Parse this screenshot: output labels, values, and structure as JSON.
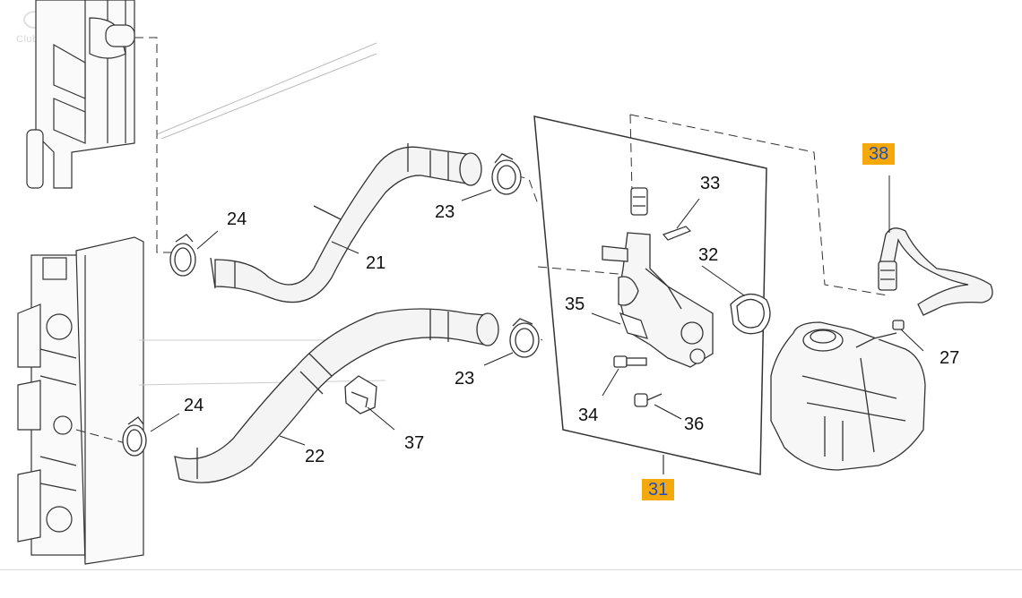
{
  "watermark": {
    "text": "ClubOpel",
    "logo": "opel-logo"
  },
  "colors": {
    "highlight_box": "#f5a80a",
    "highlight_text": "#1f4fbf",
    "line": "#222222"
  },
  "callouts": {
    "c21": "21",
    "c22": "22",
    "c23a": "23",
    "c23b": "23",
    "c24a": "24",
    "c24b": "24",
    "c27": "27",
    "c31": "31",
    "c32": "32",
    "c33": "33",
    "c34": "34",
    "c35": "35",
    "c36": "36",
    "c37": "37",
    "c38": "38"
  }
}
